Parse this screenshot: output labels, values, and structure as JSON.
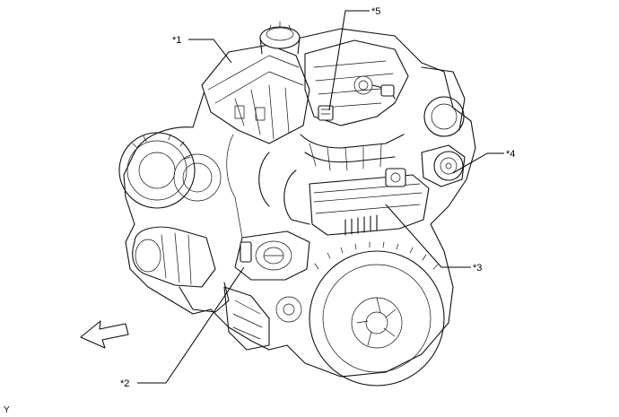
{
  "callouts": [
    {
      "id": "c1",
      "label": "*1",
      "part": "engine-cover"
    },
    {
      "id": "c2",
      "label": "*2",
      "part": "throttle-body"
    },
    {
      "id": "c3",
      "label": "*3",
      "part": "egr-cooler"
    },
    {
      "id": "c4",
      "label": "*4",
      "part": "egr-valve"
    },
    {
      "id": "c5",
      "label": "*5",
      "part": "sensor-connector"
    }
  ],
  "corner_code": "Y",
  "direction_arrow": {
    "icon": "front-direction-arrow-icon"
  },
  "colors": {
    "ink": "#111111",
    "background": "#ffffff"
  }
}
